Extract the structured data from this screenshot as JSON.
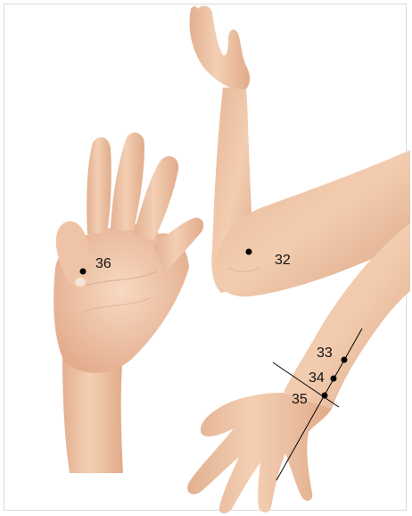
{
  "colors": {
    "skin": "#f2c9ac",
    "skin_shadow": "#d9a584",
    "skin_highlight": "#f8dcc6",
    "nail": "#f7e3d6",
    "marker": "#000000",
    "guide_line": "#000000",
    "label": "#111111"
  },
  "points": [
    {
      "id": "36",
      "label": "36"
    },
    {
      "id": "32",
      "label": "32"
    },
    {
      "id": "33",
      "label": "33"
    },
    {
      "id": "34",
      "label": "34"
    },
    {
      "id": "35",
      "label": "35"
    }
  ]
}
